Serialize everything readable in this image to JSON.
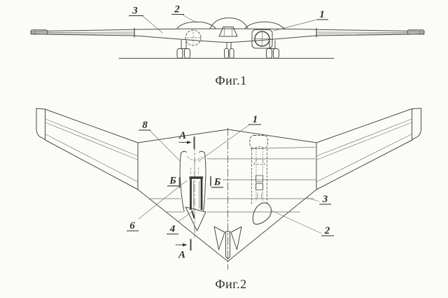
{
  "document": {
    "type_note": "patent line drawing of a flying-wing aircraft, two views"
  },
  "figure1": {
    "caption": "Фиг.1",
    "callouts": [
      {
        "ref": "3"
      },
      {
        "ref": "2"
      },
      {
        "ref": "1"
      }
    ]
  },
  "figure2": {
    "caption": "Фиг.2",
    "callouts": [
      {
        "ref": "8"
      },
      {
        "ref": "1"
      },
      {
        "ref": "6"
      },
      {
        "ref": "4"
      },
      {
        "ref": "3"
      },
      {
        "ref": "2"
      }
    ],
    "section_marks": {
      "a": "А",
      "b": "Б"
    }
  },
  "colors": {
    "background": "#fbfbf8",
    "line": "#4a4a48",
    "label": "#2e2e2c"
  }
}
